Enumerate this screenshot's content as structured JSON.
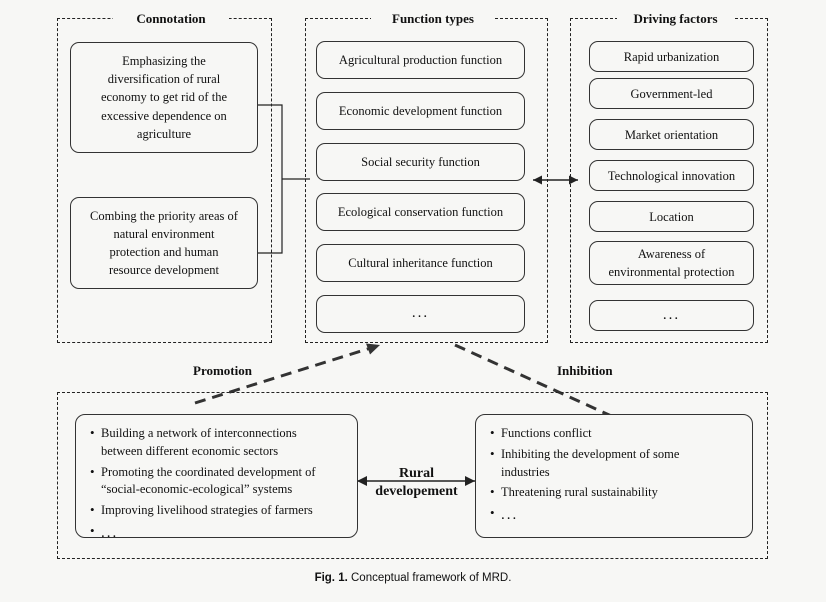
{
  "figure": {
    "caption_label": "Fig. 1.",
    "caption_text": "Conceptual framework of MRD."
  },
  "groups": {
    "connotation": {
      "title": "Connotation"
    },
    "function_types": {
      "title": "Function types"
    },
    "driving_factors": {
      "title": "Driving factors"
    }
  },
  "connotation": {
    "items": [
      "Emphasizing the diversification of rural economy to get rid of the excessive dependence on agriculture",
      "Combing the priority areas of natural environment protection and human resource development"
    ],
    "item1_lines": [
      "Emphasizing the",
      "diversification of rural",
      "economy to get rid of the",
      "excessive dependence on",
      "agriculture"
    ],
    "item2_lines": [
      "Combing the priority areas of",
      "natural environment",
      "protection and human",
      "resource development"
    ]
  },
  "function_types": {
    "items": [
      "Agricultural production function",
      "Economic development function",
      "Social security function",
      "Ecological conservation function",
      "Cultural inheritance function",
      "..."
    ]
  },
  "driving_factors": {
    "items": [
      "Rapid urbanization",
      "Government-led",
      "Market orientation",
      "Technological innovation",
      "Location",
      "Awareness of environmental protection",
      "..."
    ],
    "item6_lines": [
      "Awareness of",
      "environmental protection"
    ]
  },
  "arrow_labels": {
    "promotion": "Promotion",
    "inhibition": "Inhibition"
  },
  "center": {
    "line1": "Rural",
    "line2": "developement"
  },
  "outcomes": {
    "promotion_items": [
      "Building a network of interconnections between different economic sectors",
      "Promoting the coordinated development of “social-economic-ecological” systems",
      "Improving livelihood strategies of farmers",
      "..."
    ],
    "promotion_lines": [
      [
        "Building a network of interconnections",
        "between different economic sectors"
      ],
      [
        "Promoting the coordinated development of",
        "“social-economic-ecological” systems"
      ],
      [
        "Improving livelihood strategies of farmers"
      ],
      [
        "..."
      ]
    ],
    "inhibition_items": [
      "Functions conflict",
      "Inhibiting the development of some industries",
      "Threatening rural sustainability",
      "..."
    ],
    "inhibition_lines": [
      [
        "Functions conflict"
      ],
      [
        "Inhibiting the development of some",
        "industries"
      ],
      [
        "Threatening rural sustainability"
      ],
      [
        "..."
      ]
    ]
  }
}
